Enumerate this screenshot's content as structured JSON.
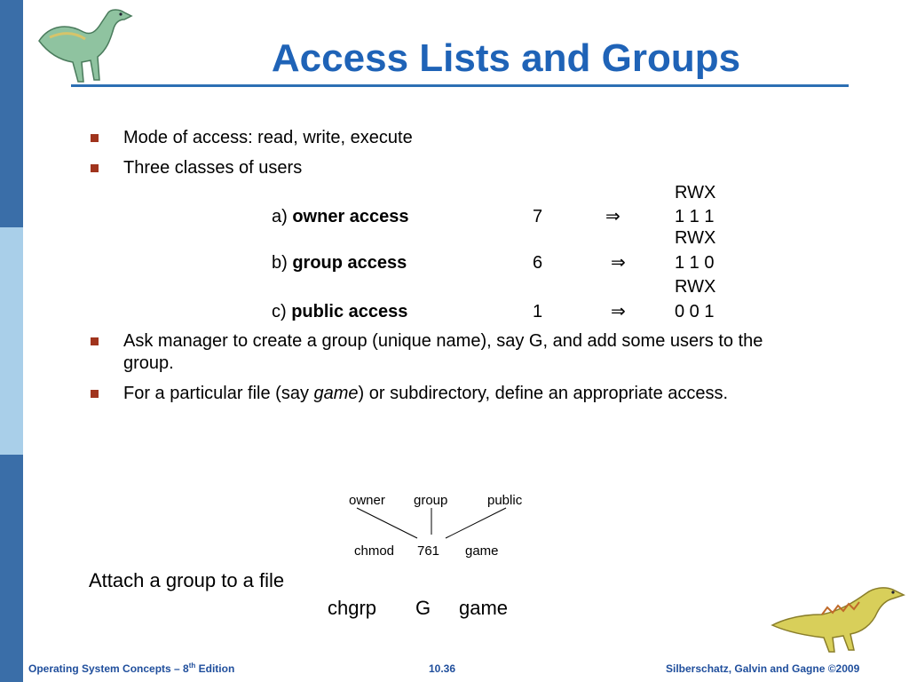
{
  "slide": {
    "title": "Access Lists and Groups",
    "bullets": [
      "Mode of access:  read, write, execute",
      "Three classes of users",
      "Ask manager to create a group (unique name), say G, and add some users to the group.",
      "For a particular file (say ",
      "game",
      ") or subdirectory, define an appropriate access."
    ],
    "table": {
      "rwx_header": "RWX",
      "arrow": "⇒",
      "rows": [
        {
          "prefix": "a) ",
          "name": "owner access",
          "value": "7",
          "bits": "1 1 1"
        },
        {
          "prefix": "b) ",
          "name": "group access",
          "value": "6",
          "bits": "1 1 0"
        },
        {
          "prefix": "c) ",
          "name": "public access",
          "value": "1",
          "bits": "0 0 1"
        }
      ]
    },
    "diagram": {
      "labels": [
        "owner",
        "group",
        "public"
      ],
      "command": "chmod",
      "mode": "761",
      "file": "game"
    },
    "attach": {
      "text": "Attach a group to a file",
      "command": "chgrp",
      "group": "G",
      "file": "game"
    },
    "footer": {
      "book_prefix": "Operating System Concepts – 8",
      "book_sup": "th",
      "book_suffix": " Edition",
      "page": "10.36",
      "copyright": "Silberschatz, Galvin and Gagne ©2009"
    }
  },
  "colors": {
    "title": "#1f63b7",
    "rule": "#2c6fb3",
    "bullet": "#a0341d",
    "footer": "#1f4e9c",
    "bar_dark": "#3a6ea8",
    "bar_light": "#a9cfe9"
  }
}
